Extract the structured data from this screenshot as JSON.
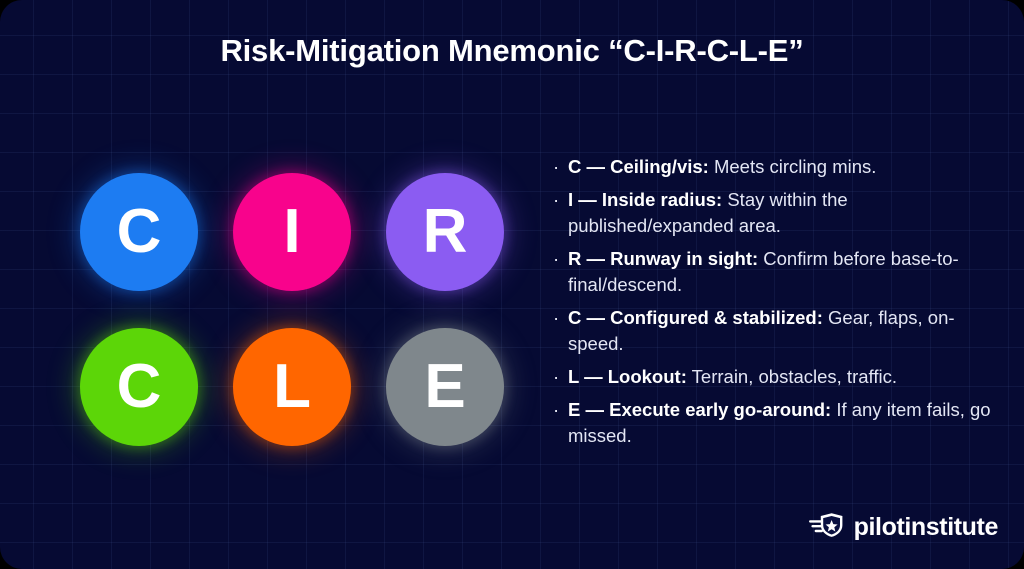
{
  "page": {
    "title": "Risk-Mitigation Mnemonic “C-I-R-C-L-E”",
    "background_color": "#060a33",
    "outer_color": "#000000",
    "grid_line_color": "rgba(120,150,220,0.085)"
  },
  "circles": [
    {
      "letter": "C",
      "color": "#1d7cf2",
      "name": "circle-c-ceiling"
    },
    {
      "letter": "I",
      "color": "#f8038c",
      "name": "circle-i-inside-radius"
    },
    {
      "letter": "R",
      "color": "#8b5cf2",
      "name": "circle-r-runway"
    },
    {
      "letter": "C",
      "color": "#5cd608",
      "name": "circle-c-configured"
    },
    {
      "letter": "L",
      "color": "#ff6600",
      "name": "circle-l-lookout"
    },
    {
      "letter": "E",
      "color": "#7f878c",
      "name": "circle-e-execute"
    }
  ],
  "bullets": [
    {
      "marker": "·",
      "lead": "C — Ceiling/vis:",
      "rest": " Meets circling mins."
    },
    {
      "marker": "·",
      "lead": "I — Inside radius:",
      "rest": " Stay within the published/expanded area."
    },
    {
      "marker": "·",
      "lead": "R — Runway in sight:",
      "rest": " Confirm before base-to-final/descend."
    },
    {
      "marker": "·",
      "lead": "C — Configured & stabilized:",
      "rest": " Gear, flaps, on-speed."
    },
    {
      "marker": "·",
      "lead": "L — Lookout:",
      "rest": " Terrain, obstacles, traffic."
    },
    {
      "marker": "·",
      "lead": "E — Execute early go-around:",
      "rest": " If any item fails, go missed."
    }
  ],
  "logo": {
    "icon": "winged-shield-star-icon",
    "text": "pilotinstitute",
    "color": "#ffffff"
  }
}
